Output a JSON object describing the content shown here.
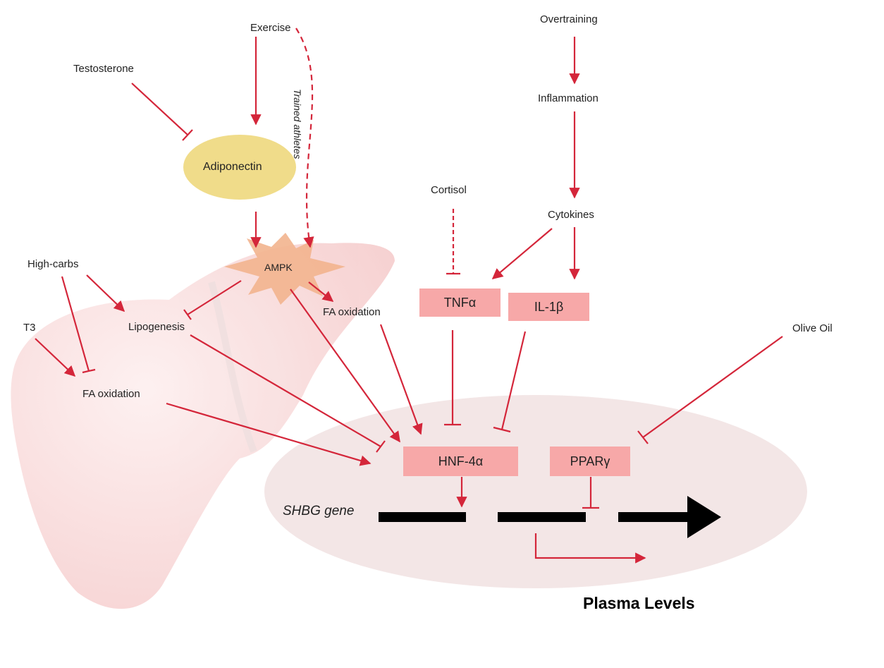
{
  "nodes": {
    "exercise": "Exercise",
    "trained_athletes": "Trained athletes",
    "testosterone": "Testosterone",
    "adiponectin": "Adiponectin",
    "ampk": "AMPK",
    "high_carbs": "High-carbs",
    "t3": "T3",
    "lipogenesis": "Lipogenesis",
    "fa_oxidation_left": "FA oxidation",
    "fa_oxidation_right": "FA oxidation",
    "overtraining": "Overtraining",
    "inflammation": "Inflammation",
    "cytokines": "Cytokines",
    "cortisol": "Cortisol",
    "tnfa": "TNFα",
    "il1b": "IL-1β",
    "olive_oil": "Olive Oil",
    "hnf4a": "HNF-4α",
    "ppary": "PPARγ",
    "shbg_gene": "SHBG gene",
    "plasma_levels": "Plasma Levels"
  },
  "colors": {
    "arrow": "#d4263a",
    "box": "#f7a8a8",
    "adiponectin_fill": "#f0dc8a",
    "ampk_fill": "#f2b48e",
    "nucleus": "#f3e6e6",
    "liver": "#f6cccc"
  }
}
